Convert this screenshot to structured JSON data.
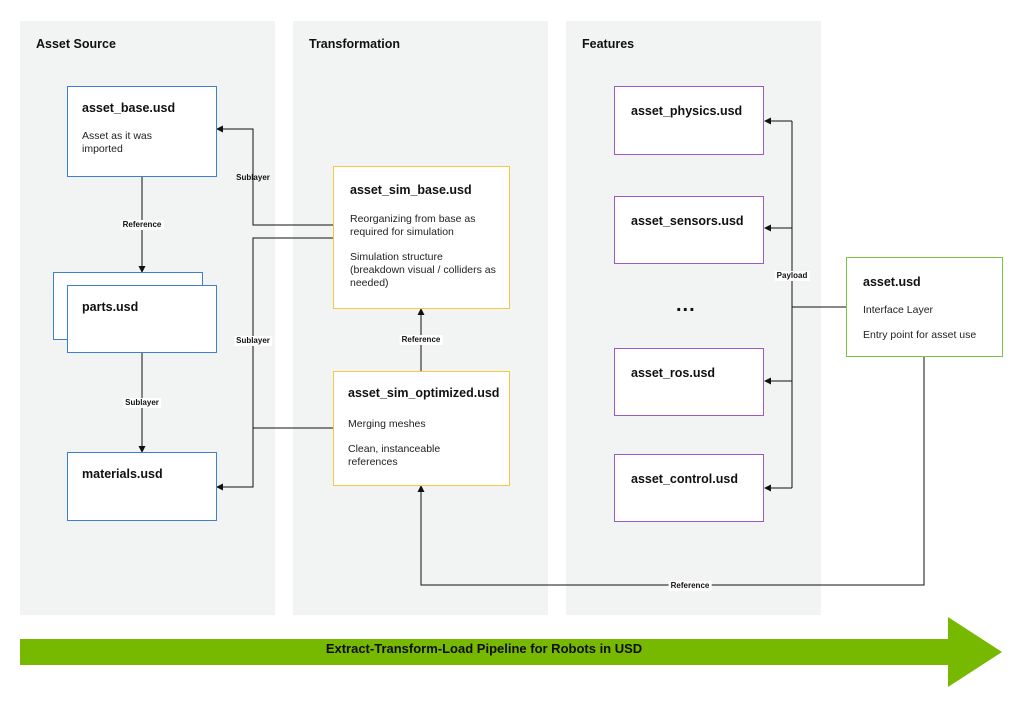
{
  "columns": {
    "source": "Asset Source",
    "transform": "Transformation",
    "features": "Features"
  },
  "boxes": {
    "asset_base": {
      "title": "asset_base.usd",
      "desc": "Asset as it was imported"
    },
    "parts": {
      "title": "parts.usd"
    },
    "materials": {
      "title": "materials.usd"
    },
    "sim_base": {
      "title": "asset_sim_base.usd",
      "desc1": "Reorganizing from base as required for simulation",
      "desc2": "Simulation structure (breakdown visual / colliders as needed)"
    },
    "sim_optimized": {
      "title": "asset_sim_optimized.usd",
      "desc1": "Merging meshes",
      "desc2": "Clean, instanceable references"
    },
    "physics": {
      "title": "asset_physics.usd"
    },
    "sensors": {
      "title": "asset_sensors.usd"
    },
    "ellipsis": "...",
    "ros": {
      "title": "asset_ros.usd"
    },
    "control": {
      "title": "asset_control.usd"
    },
    "asset": {
      "title": "asset.usd",
      "desc1": "Interface Layer",
      "desc2": "Entry point for asset use"
    }
  },
  "edge_labels": {
    "sublayer_top": "Sublayer",
    "reference_left": "Reference",
    "sublayer_left": "Sublayer",
    "sublayer_mid": "Sublayer",
    "reference_mid": "Reference",
    "payload": "Payload",
    "reference_bottom": "Reference"
  },
  "banner": {
    "text": "Extract-Transform-Load Pipeline for Robots in USD",
    "color": "#76b900"
  },
  "colors": {
    "source_border": "#3d7fd1",
    "transform_border": "#f5c842",
    "feature_border": "#9b59c6",
    "interface_border": "#7dc246",
    "panel_bg": "#f2f4f4"
  }
}
